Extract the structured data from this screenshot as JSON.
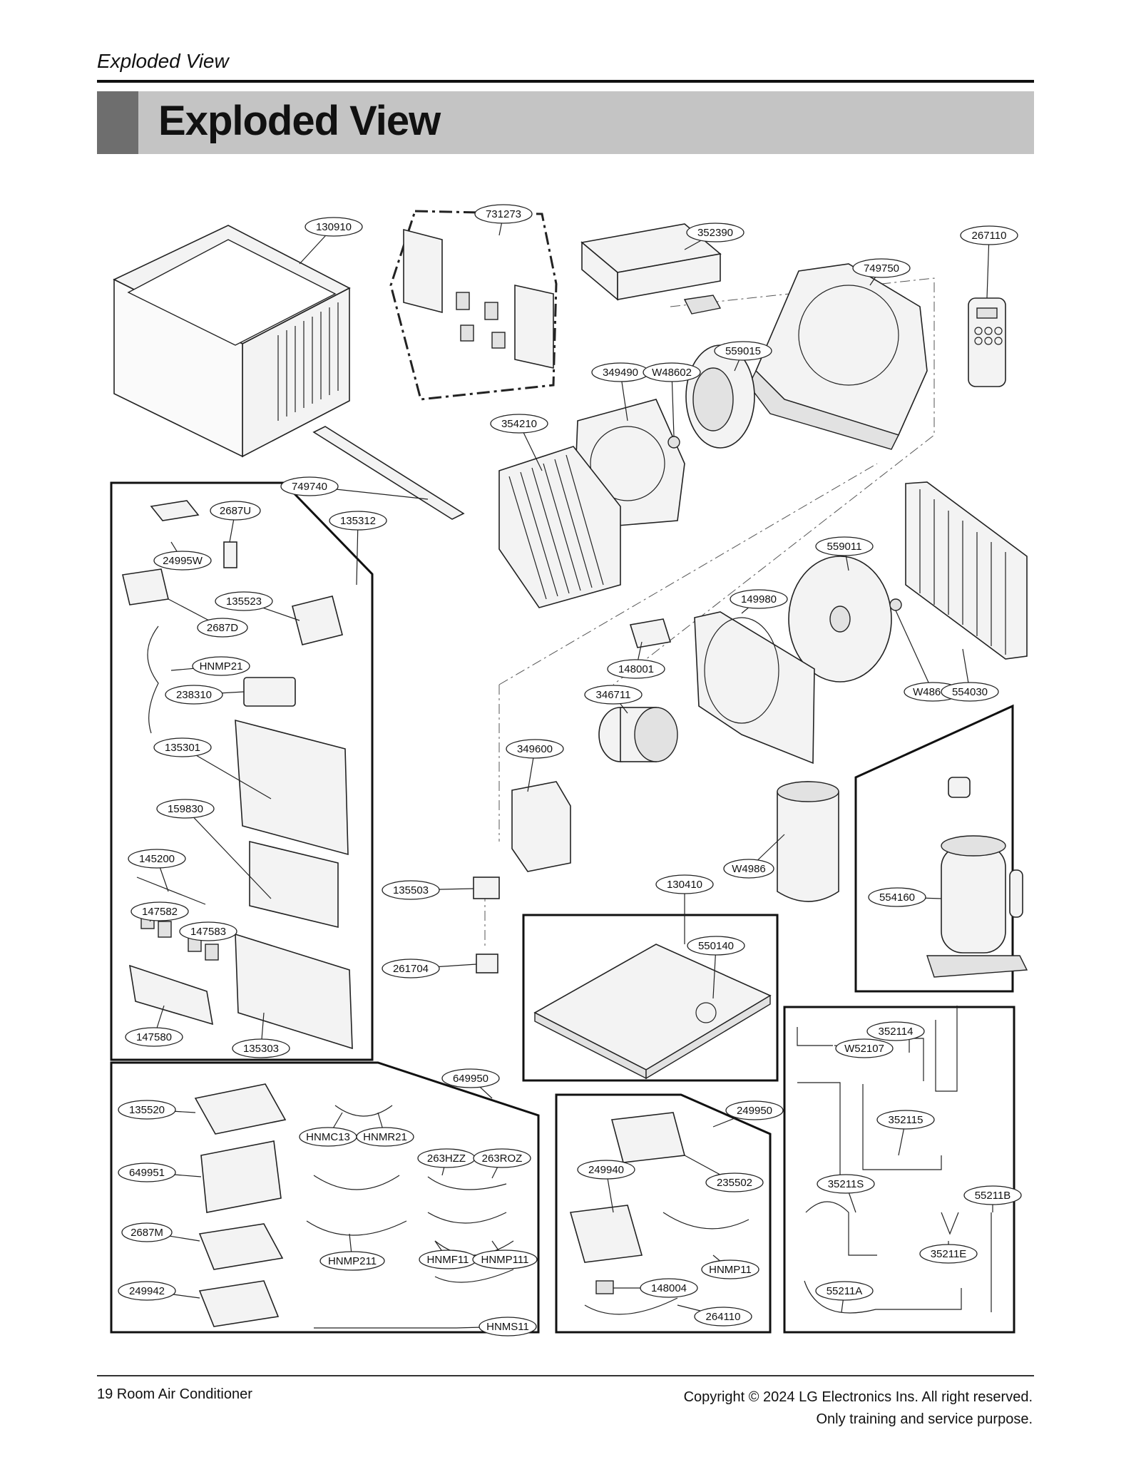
{
  "page": {
    "header_title": "Exploded View",
    "banner_title": "Exploded View",
    "footer_left": "19 Room Air Conditioner",
    "footer_right_line1": "Copyright © 2024 LG Electronics Ins. All right reserved.",
    "footer_right_line2": "Only training and service purpose."
  },
  "parts": [
    "130910",
    "731273",
    "352390",
    "267110",
    "749750",
    "559015",
    "349490",
    "W48602",
    "354210",
    "749740",
    "2687U",
    "135312",
    "24995W",
    "135523",
    "2687D",
    "HNMP21",
    "238310",
    "135301",
    "159830",
    "145200",
    "147582",
    "147583",
    "147580",
    "135303",
    "559011",
    "149980",
    "148001",
    "346711",
    "349600",
    "W48602",
    "554030",
    "W4986",
    "554160",
    "135503",
    "130410",
    "550140",
    "261704",
    "352114",
    "W52107",
    "352115",
    "35211S",
    "55211B",
    "35211E",
    "55211A",
    "649950",
    "135520",
    "HNMC13",
    "HNMR21",
    "263HZZ",
    "263ROZ",
    "649951",
    "2687M",
    "HNMP211",
    "HNMF11",
    "HNMP111",
    "249942",
    "HNMS11",
    "249950",
    "249940",
    "235502",
    "HNMP11",
    "148004",
    "264110"
  ]
}
